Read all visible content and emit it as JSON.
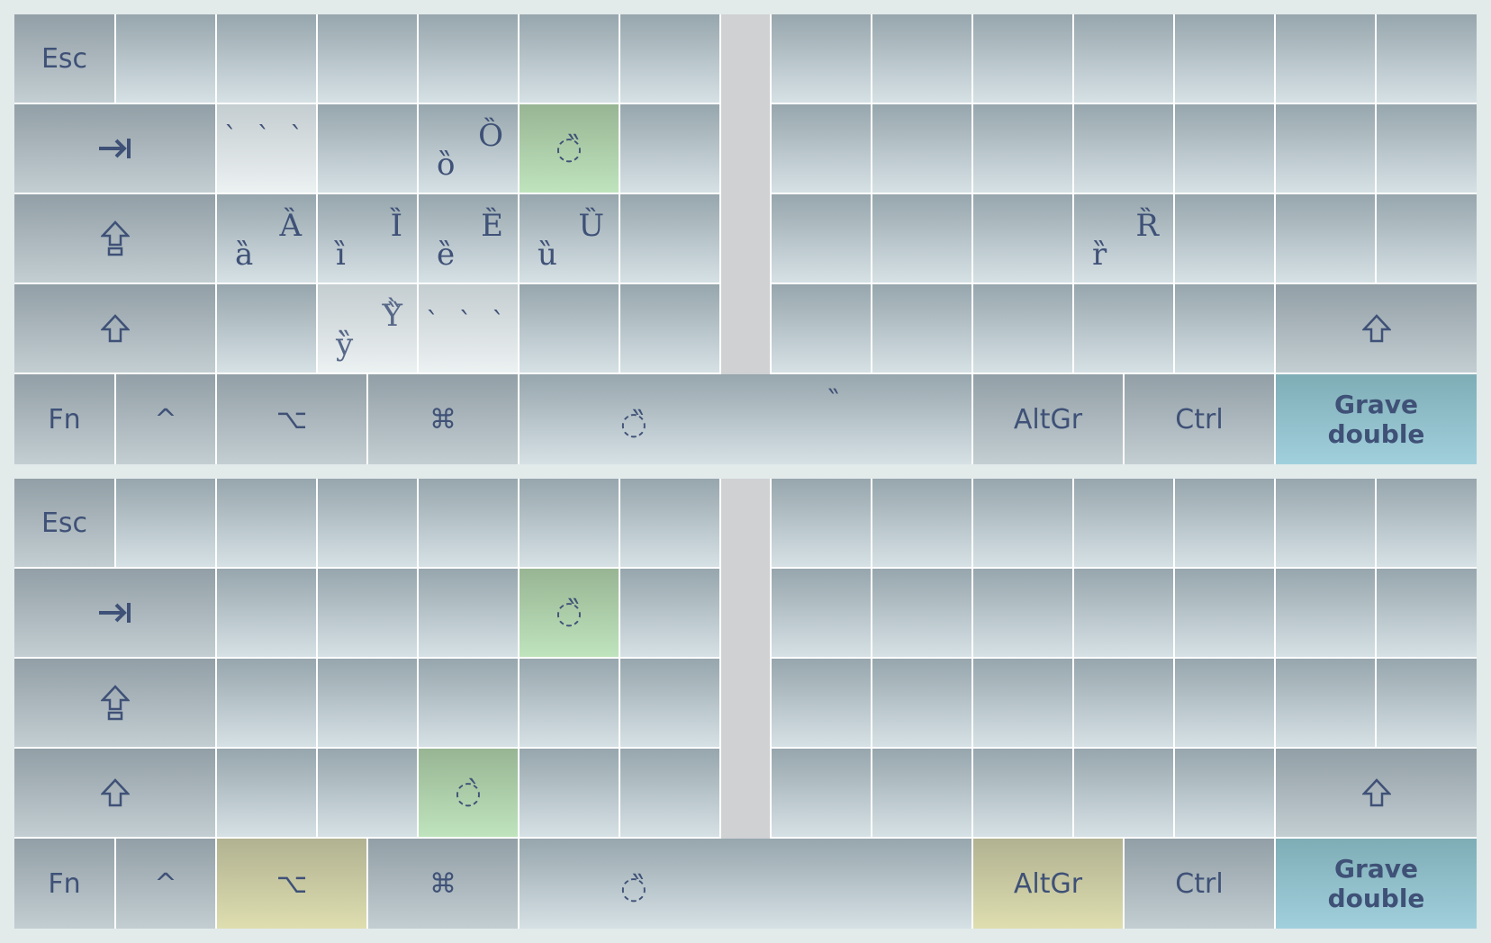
{
  "layouts": [
    {
      "keys": {
        "esc": "Esc",
        "fn": "Fn",
        "ctrl_glyph": "^",
        "option": "⌥",
        "command": "⌘",
        "altgr": "AltGr",
        "ctrl": "Ctrl",
        "grave_double_line1": "Grave",
        "grave_double_line2": "double",
        "q_mark": "` ` `",
        "e_lower": "ȍ",
        "e_upper": "Ȍ",
        "r_center": "◌̏",
        "a_lower": "ȁ",
        "a_upper": "Ȁ",
        "s_lower": "ȉ",
        "s_upper": "Ȉ",
        "d_lower": "ȅ",
        "d_upper": "Ȅ",
        "f_lower": "ȕ",
        "f_upper": "Ȕ",
        "k_lower": "ȑ",
        "k_upper": "Ȑ",
        "x_lower": "ỳ̏",
        "x_upper": "Ỳ̏",
        "c_mark": "` ` `",
        "space_center": "◌̏",
        "space_right": "̏"
      }
    },
    {
      "keys": {
        "esc": "Esc",
        "fn": "Fn",
        "ctrl_glyph": "^",
        "option": "⌥",
        "command": "⌘",
        "altgr": "AltGr",
        "ctrl": "Ctrl",
        "grave_double_line1": "Grave",
        "grave_double_line2": "double",
        "r_center": "◌̏",
        "c_center": "◌̀",
        "space_center": "◌̏"
      }
    }
  ],
  "colors": {
    "label": "#3f5177",
    "key_top": "#97a6ad",
    "key_bottom": "#d6e1e5",
    "green_highlight": "#bfe4bd",
    "blue_highlight": "#a1d0dd",
    "yellow_highlight": "#dedeb0"
  },
  "icons": {
    "tab": "tab-arrow-icon",
    "caps": "caps-lock-icon",
    "shift": "shift-icon"
  }
}
